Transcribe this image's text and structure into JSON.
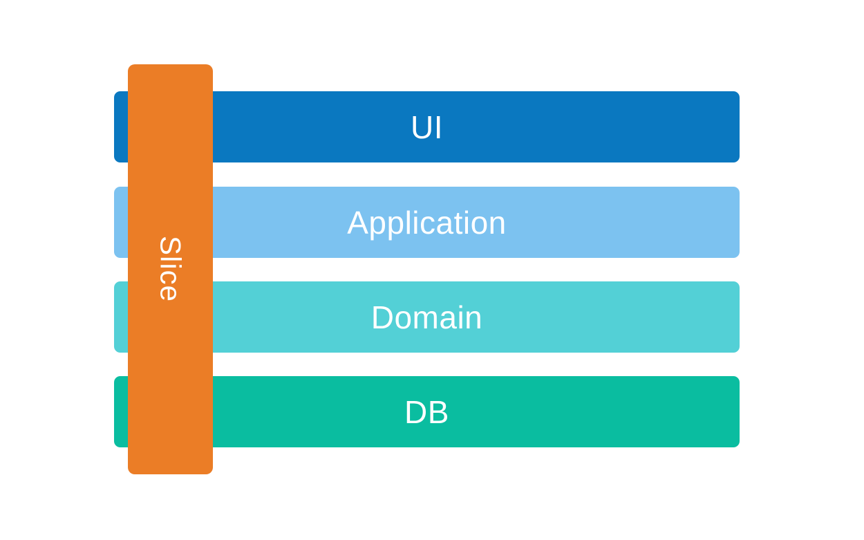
{
  "background_color": "#ffffff",
  "text_color": "#ffffff",
  "layers": [
    {
      "label": "UI",
      "color": "#0a78c0"
    },
    {
      "label": "Application",
      "color": "#7cc2f0"
    },
    {
      "label": "Domain",
      "color": "#53d0d6"
    },
    {
      "label": "DB",
      "color": "#0abda0"
    }
  ],
  "slice": {
    "label": "Slice",
    "color": "#eb7d26"
  }
}
